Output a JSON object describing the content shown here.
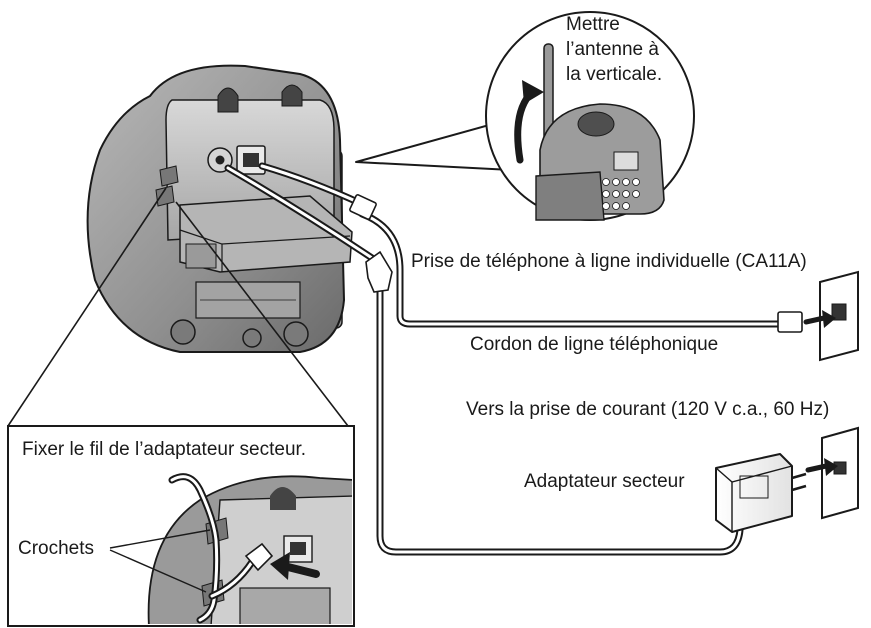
{
  "labels": {
    "antenna": [
      "Mettre",
      "l’antenne à",
      "la verticale."
    ],
    "phone_jack": "Prise de téléphone à ligne individuelle (CA11A)",
    "line_cord": "Cordon de ligne téléphonique",
    "power_outlet": "Vers la prise de courant (120 V c.a., 60 Hz)",
    "fix_cord": "Fixer le fil de l’adaptateur secteur.",
    "ac_adapter": "Adaptateur secteur",
    "hooks": "Crochets"
  },
  "colors": {
    "ink": "#1a1a1a",
    "body_shade": "#8c8c8c",
    "body_light": "#c9c9c9",
    "body_dark": "#5a5a5a",
    "background": "#ffffff"
  }
}
